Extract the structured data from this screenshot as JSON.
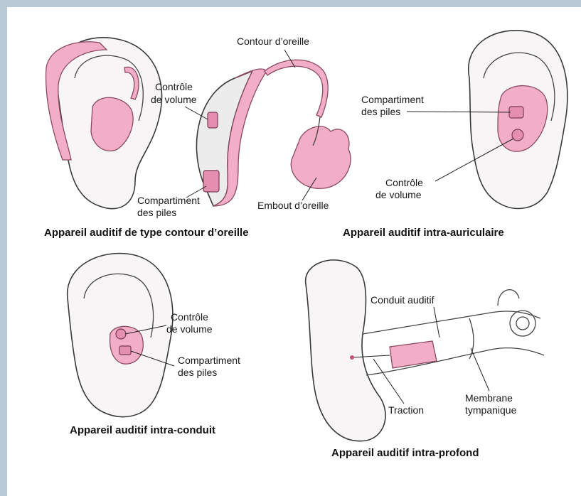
{
  "colors": {
    "background_border": "#b9c9d5",
    "device_pink": "#f2aec6",
    "device_dark_pink": "#e58fb0",
    "ink": "#1a1a1a"
  },
  "panels": {
    "bte": {
      "caption": "Appareil auditif de type contour d’oreille",
      "labels": {
        "ear_hook": "Contour d’oreille",
        "volume_line1": "Contrôle",
        "volume_line2": "de volume",
        "battery_line1": "Compartiment",
        "battery_line2": "des piles",
        "earmold": "Embout d’oreille"
      }
    },
    "ite": {
      "caption": "Appareil auditif intra-auriculaire",
      "labels": {
        "battery_line1": "Compartiment",
        "battery_line2": "des piles",
        "volume_line1": "Contrôle",
        "volume_line2": "de volume"
      }
    },
    "itc": {
      "caption": "Appareil auditif intra-conduit",
      "labels": {
        "volume_line1": "Contrôle",
        "volume_line2": "de volume",
        "battery_line1": "Compartiment",
        "battery_line2": "des piles"
      }
    },
    "cic": {
      "caption": "Appareil auditif intra-profond",
      "labels": {
        "canal": "Conduit auditif",
        "traction": "Traction",
        "membrane_line1": "Membrane",
        "membrane_line2": "tympanique"
      }
    }
  }
}
